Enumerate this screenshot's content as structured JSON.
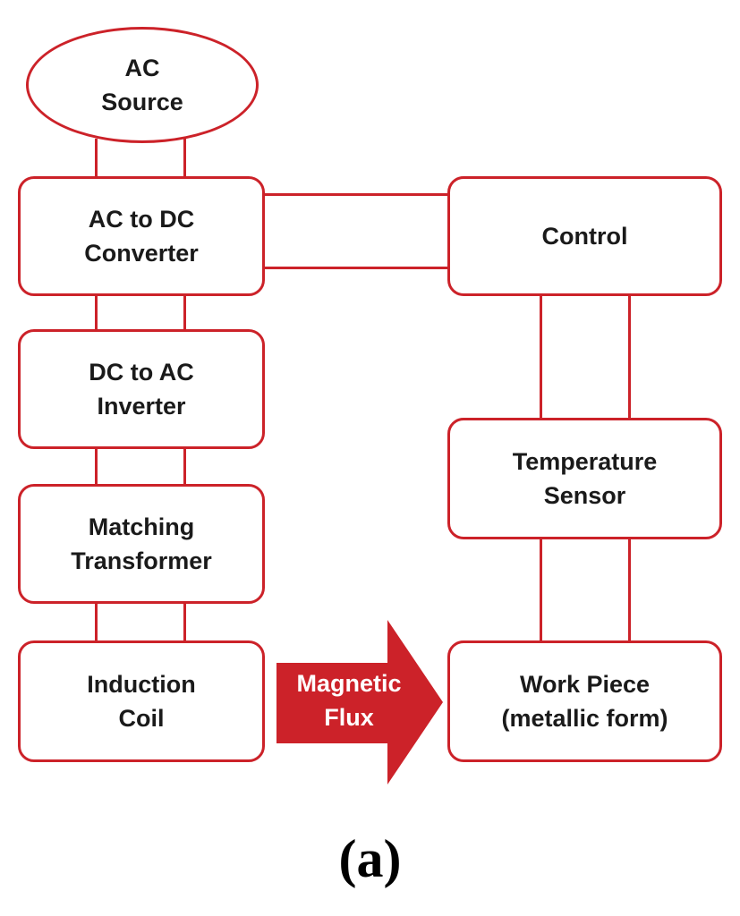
{
  "colors": {
    "accent": "#cc2229",
    "text": "#1a1a1a"
  },
  "nodes": {
    "ac_source": [
      "AC",
      "Source"
    ],
    "ac_dc_converter": [
      "AC to DC",
      "Converter"
    ],
    "dc_ac_inverter": [
      "DC to AC",
      "Inverter"
    ],
    "matching_transformer": [
      "Matching",
      "Transformer"
    ],
    "induction_coil": [
      "Induction",
      "Coil"
    ],
    "control": [
      "Control"
    ],
    "temperature_sensor": [
      "Temperature",
      "Sensor"
    ],
    "work_piece": [
      "Work Piece",
      "(metallic form)"
    ]
  },
  "arrow": {
    "label": [
      "Magnetic",
      "Flux"
    ]
  },
  "caption": "(a)"
}
